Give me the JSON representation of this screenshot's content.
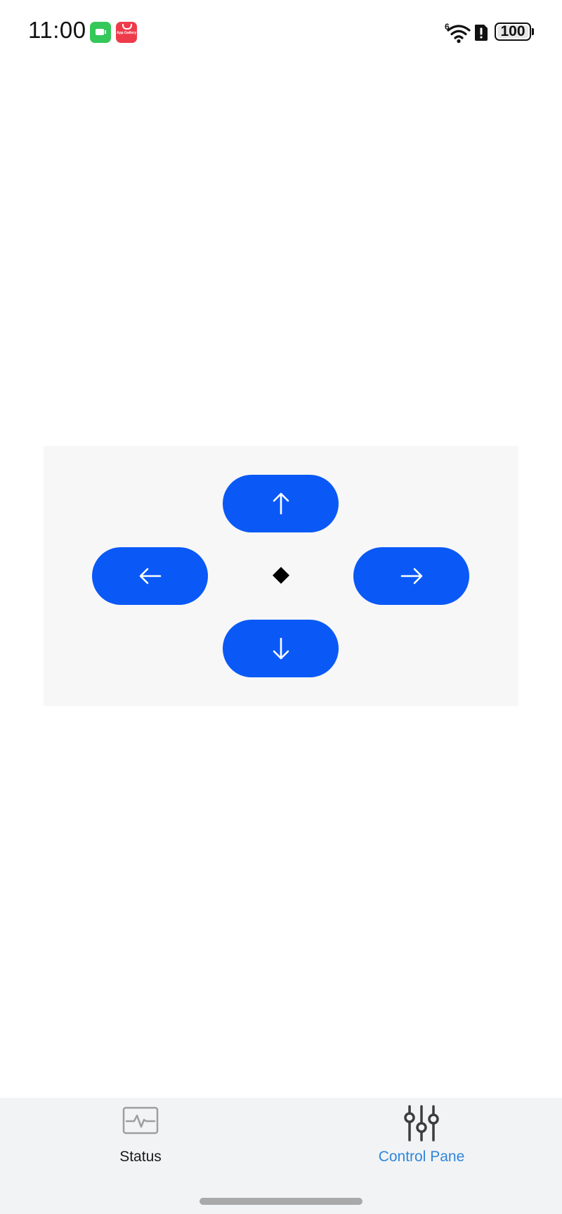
{
  "status_bar": {
    "time": "11:00",
    "notification_icons": [
      "battery-app-icon",
      "appgallery-icon"
    ],
    "appgallery_label": "App Gallery",
    "network_label": "6",
    "battery_level": "100"
  },
  "control_pad": {
    "buttons": {
      "up": "↑",
      "left": "←",
      "right": "→",
      "down": "↓"
    },
    "center_marker": "◆",
    "button_color": "#0a59f7",
    "panel_color": "#f7f7f7"
  },
  "bottom_nav": {
    "tabs": [
      {
        "label": "Status",
        "icon": "heartbeat-monitor-icon",
        "active": false
      },
      {
        "label": "Control Pane",
        "icon": "sliders-icon",
        "active": true
      }
    ],
    "active_color": "#2f86db",
    "inactive_color": "#1a1a1a"
  }
}
